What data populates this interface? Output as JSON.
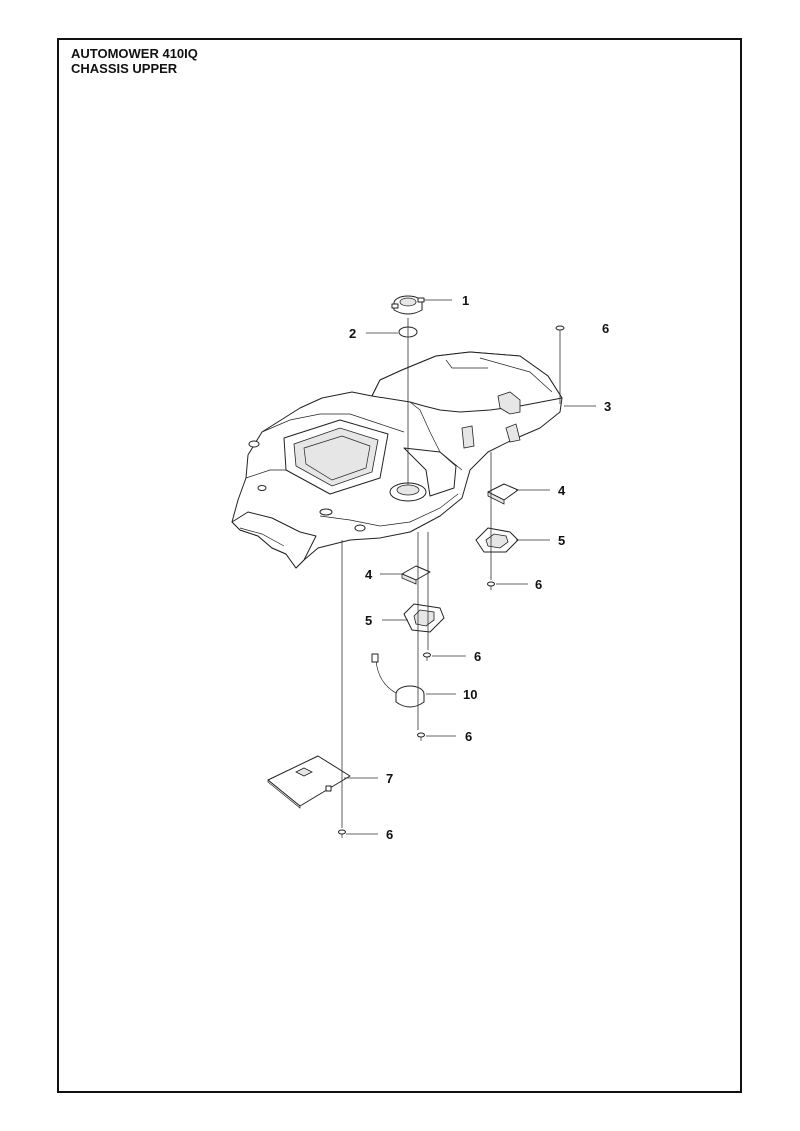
{
  "title": {
    "model": "AUTOMOWER 410IQ",
    "assembly": "CHASSIS UPPER"
  },
  "callouts": [
    {
      "id": "c1",
      "label": "1"
    },
    {
      "id": "c2",
      "label": "2"
    },
    {
      "id": "c3",
      "label": "3"
    },
    {
      "id": "c4a",
      "label": "4"
    },
    {
      "id": "c4b",
      "label": "4"
    },
    {
      "id": "c5a",
      "label": "5"
    },
    {
      "id": "c5b",
      "label": "5"
    },
    {
      "id": "c6a",
      "label": "6"
    },
    {
      "id": "c6b",
      "label": "6"
    },
    {
      "id": "c6c",
      "label": "6"
    },
    {
      "id": "c6d",
      "label": "6"
    },
    {
      "id": "c6e",
      "label": "6"
    },
    {
      "id": "c7",
      "label": "7"
    },
    {
      "id": "c10",
      "label": "10"
    }
  ]
}
